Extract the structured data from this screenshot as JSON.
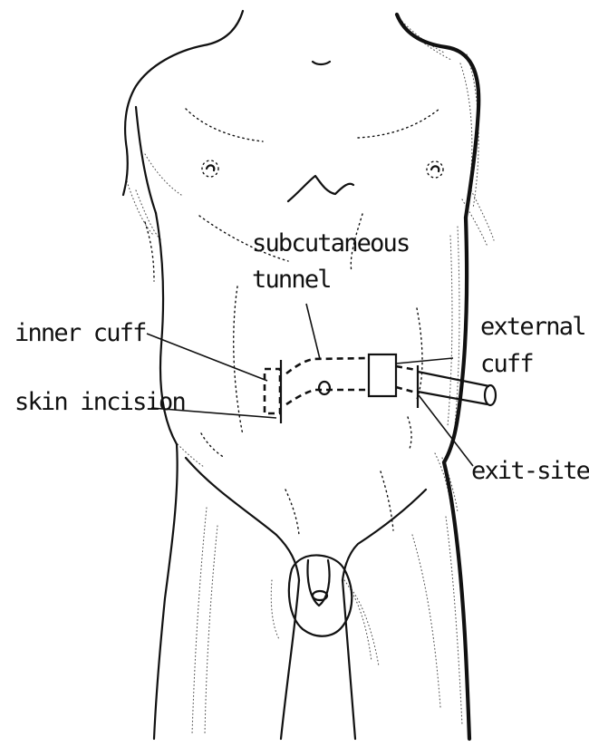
{
  "labels": {
    "subcutaneous": "subcutaneous",
    "tunnel": "tunnel",
    "inner_cuff": "inner cuff",
    "external": "external",
    "cuff": "cuff",
    "skin_incision": "skin incision",
    "exit_site": "exit-site"
  },
  "colors": {
    "ink": "#111111",
    "background": "#ffffff"
  }
}
